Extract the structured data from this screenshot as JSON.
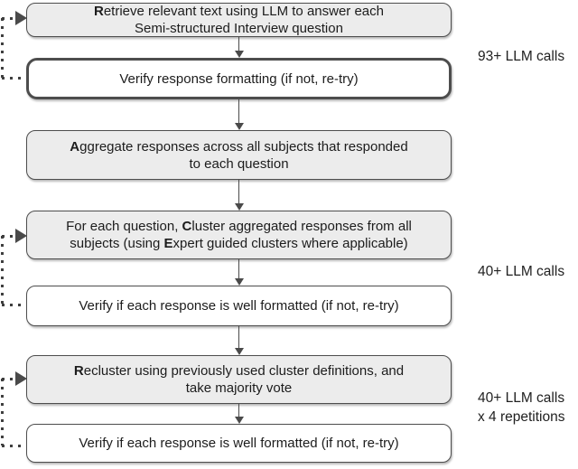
{
  "diagram": {
    "title": "LLM semi-structured interview processing pipeline",
    "colors": {
      "process_box_fill": "#ececec",
      "verify_box_fill": "#ffffff",
      "box_border": "#4d4d4d",
      "arrow": "#4a4a4a",
      "text": "#1c1c1c",
      "background": "#ffffff"
    },
    "boxes": [
      {
        "id": "retrieve",
        "style": "gray",
        "segments": [
          {
            "t": "R",
            "b": true
          },
          {
            "t": "etrieve relevant text using LLM to answer each"
          },
          {
            "br": true
          },
          {
            "t": "Semi-structured Interview question"
          }
        ]
      },
      {
        "id": "verify-formatting",
        "style": "white thick",
        "segments": [
          {
            "t": "Verify response formatting (if not, re-try)"
          }
        ]
      },
      {
        "id": "aggregate",
        "style": "gray",
        "segments": [
          {
            "t": "A",
            "b": true
          },
          {
            "t": "ggregate responses across all subjects that responded"
          },
          {
            "br": true
          },
          {
            "t": "to each question"
          }
        ]
      },
      {
        "id": "cluster",
        "style": "gray",
        "segments": [
          {
            "t": "For each question, "
          },
          {
            "t": "C",
            "b": true
          },
          {
            "t": "luster aggregated responses from all"
          },
          {
            "br": true
          },
          {
            "t": "subjects (using "
          },
          {
            "t": "E",
            "b": true
          },
          {
            "t": "xpert guided clusters where applicable)"
          }
        ]
      },
      {
        "id": "verify-well-formatted-1",
        "style": "white",
        "segments": [
          {
            "t": "Verify if each response is well formatted (if not, re-try)"
          }
        ]
      },
      {
        "id": "recluster",
        "style": "gray",
        "segments": [
          {
            "t": "R",
            "b": true
          },
          {
            "t": "ecluster using previously used cluster definitions, and"
          },
          {
            "br": true
          },
          {
            "t": "take majority vote"
          }
        ]
      },
      {
        "id": "verify-well-formatted-2",
        "style": "white",
        "segments": [
          {
            "t": "Verify if each response is well formatted (if not, re-try)"
          }
        ]
      }
    ],
    "annotations": [
      {
        "lines": [
          "93+ LLM calls"
        ]
      },
      {
        "lines": [
          "40+ LLM calls"
        ]
      },
      {
        "lines": [
          "40+ LLM calls",
          "x 4 repetitions"
        ]
      }
    ]
  }
}
